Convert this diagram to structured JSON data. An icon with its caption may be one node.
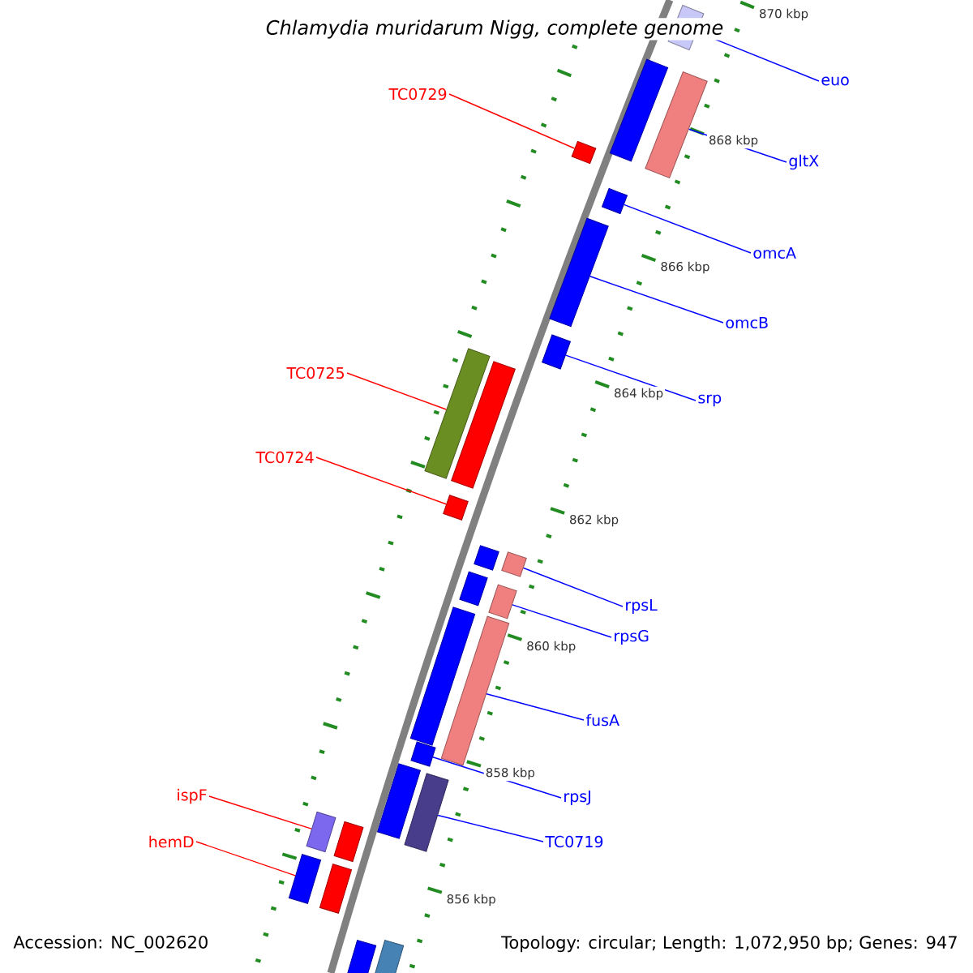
{
  "diagram": {
    "title": "Chlamydia muridarum Nigg, complete genome",
    "nodes": [
      {
        "text": [],
        "shape": "bar"
      },
      {
        "text": [],
        "shape": "bar"
      },
      {
        "text": [],
        "shape": "bar"
      },
      {
        "text": [],
        "shape": "bar"
      },
      {
        "text": [],
        "shape": "bar"
      },
      {
        "text": [],
        "shape": "bar"
      },
      {
        "text": [],
        "shape": "bar"
      },
      {
        "text": [],
        "shape": "bar"
      },
      {
        "text": [],
        "shape": "bar"
      },
      {
        "text": [],
        "shape": "bar"
      },
      {
        "text": [],
        "shape": "bar"
      },
      {
        "text": [],
        "shape": "bar"
      },
      {
        "text": [],
        "shape": "bar"
      },
      {
        "text": [],
        "shape": "bar"
      },
      {
        "text": [],
        "shape": "bar"
      },
      {
        "text": [],
        "shape": "bar"
      },
      {
        "text": [],
        "shape": "bar"
      },
      {
        "text": [],
        "shape": "bar"
      },
      {
        "text": [],
        "shape": "bar"
      },
      {
        "text": [],
        "shape": "bar"
      },
      {
        "text": [],
        "shape": "bar"
      },
      {
        "text": [],
        "shape": "bar"
      },
      {
        "text": [],
        "shape": "bar"
      },
      {
        "text": [],
        "shape": "bar"
      },
      {
        "text": [],
        "shape": "bar"
      },
      {
        "text": [
          "euo"
        ]
      },
      {
        "text": [
          "TC0729"
        ]
      },
      {
        "text": [
          "gltX"
        ]
      },
      {
        "text": [
          "omcA"
        ]
      },
      {
        "text": [
          "omcB"
        ]
      },
      {
        "text": [
          "TC0725"
        ]
      },
      {
        "text": [
          "srp"
        ]
      },
      {
        "text": [
          "TC0724"
        ]
      },
      {
        "text": [
          "rpsL"
        ]
      },
      {
        "text": [
          "rpsG"
        ]
      },
      {
        "text": [
          "fusA"
        ]
      },
      {
        "text": [
          "ispF"
        ]
      },
      {
        "text": [
          "rpsJ"
        ]
      },
      {
        "text": [
          "hemD"
        ]
      },
      {
        "text": [
          "TC0719"
        ]
      }
    ],
    "edges": [
      {
        "from": 25,
        "to": 0,
        "arrow": "none"
      },
      {
        "from": 26,
        "to": 3,
        "arrow": "none",
        "color": "#ff0000"
      },
      {
        "from": 27,
        "to": 2,
        "arrow": "none"
      },
      {
        "from": 28,
        "to": 4,
        "arrow": "none"
      },
      {
        "from": 29,
        "to": 5,
        "arrow": "none"
      },
      {
        "from": 30,
        "to": 7,
        "arrow": "none",
        "color": "#ff0000"
      },
      {
        "from": 31,
        "to": 6,
        "arrow": "none"
      },
      {
        "from": 32,
        "to": 9,
        "arrow": "none",
        "color": "#ff0000"
      },
      {
        "from": 33,
        "to": 11,
        "arrow": "none"
      },
      {
        "from": 34,
        "to": 13,
        "arrow": "none"
      },
      {
        "from": 35,
        "to": 15,
        "arrow": "none"
      },
      {
        "from": 36,
        "to": 19,
        "arrow": "none",
        "color": "#ff0000"
      },
      {
        "from": 37,
        "to": 16,
        "arrow": "none"
      },
      {
        "from": 38,
        "to": 21,
        "arrow": "none",
        "color": "#ff0000"
      },
      {
        "from": 39,
        "to": 18,
        "arrow": "none"
      }
    ],
    "labels": [
      "870 kbp",
      "868 kbp",
      "866 kbp",
      "864 kbp",
      "862 kbp",
      "860 kbp",
      "858 kbp",
      "856 kbp",
      "Accession: NC_002620",
      "Topology: circular; Length: 1,072,950 bp; Genes: 947"
    ]
  }
}
